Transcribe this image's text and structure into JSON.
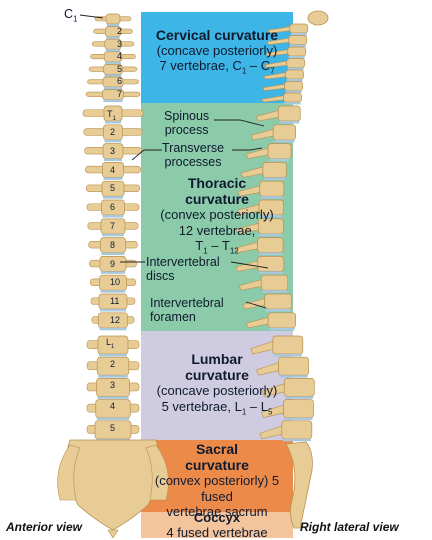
{
  "regions": {
    "cervical": {
      "title": "Cervical curvature",
      "desc": "(concave posteriorly)",
      "count": "7 vertebrae, C",
      "range_start": "1",
      "range_end": "7",
      "color": "#3db5e6"
    },
    "thoracic": {
      "title1": "Thoracic",
      "title2": "curvature",
      "desc": "(convex posteriorly)",
      "count": "12 vertebrae,",
      "range_start": "1",
      "range_end": "12",
      "color": "#8ccbaa"
    },
    "lumbar": {
      "title1": "Lumbar",
      "title2": "curvature",
      "desc": "(concave posteriorly)",
      "count": "5 vertebrae, L",
      "range_start": "1",
      "range_end": "5",
      "color": "#cfcbe0"
    },
    "sacral": {
      "title1": "Sacral",
      "title2": "curvature",
      "desc1": "(convex posteriorly) 5 fused",
      "desc2": "vertebrae sacrum",
      "color": "#ec8a4a"
    },
    "coccyx": {
      "title": "Coccyx",
      "desc": "4 fused vertebrae",
      "color": "#f4c49d"
    }
  },
  "labels": {
    "c1": "C",
    "c1_sub": "1",
    "spinous_process": [
      "Spinous",
      "process"
    ],
    "transverse_processes": [
      "Transverse",
      "processes"
    ],
    "intervertebral_discs": [
      "Intervertebral",
      "discs"
    ],
    "intervertebral_foramen": [
      "Intervertebral",
      "foramen"
    ]
  },
  "vertebra_numbers": {
    "cervical": [
      "2",
      "3",
      "4",
      "5",
      "6",
      "7"
    ],
    "thoracic": [
      "2",
      "3",
      "4",
      "5",
      "6",
      "7",
      "8",
      "9",
      "10",
      "11",
      "12"
    ],
    "lumbar": [
      "2",
      "3",
      "4",
      "5"
    ],
    "t1": "T",
    "l1": "L",
    "first_sub": "1"
  },
  "views": {
    "anterior": "Anterior view",
    "lateral": "Right lateral view"
  },
  "colors": {
    "bone": "#e8cc96",
    "bone_dark": "#b8904e",
    "disc": "#a8c8de"
  }
}
